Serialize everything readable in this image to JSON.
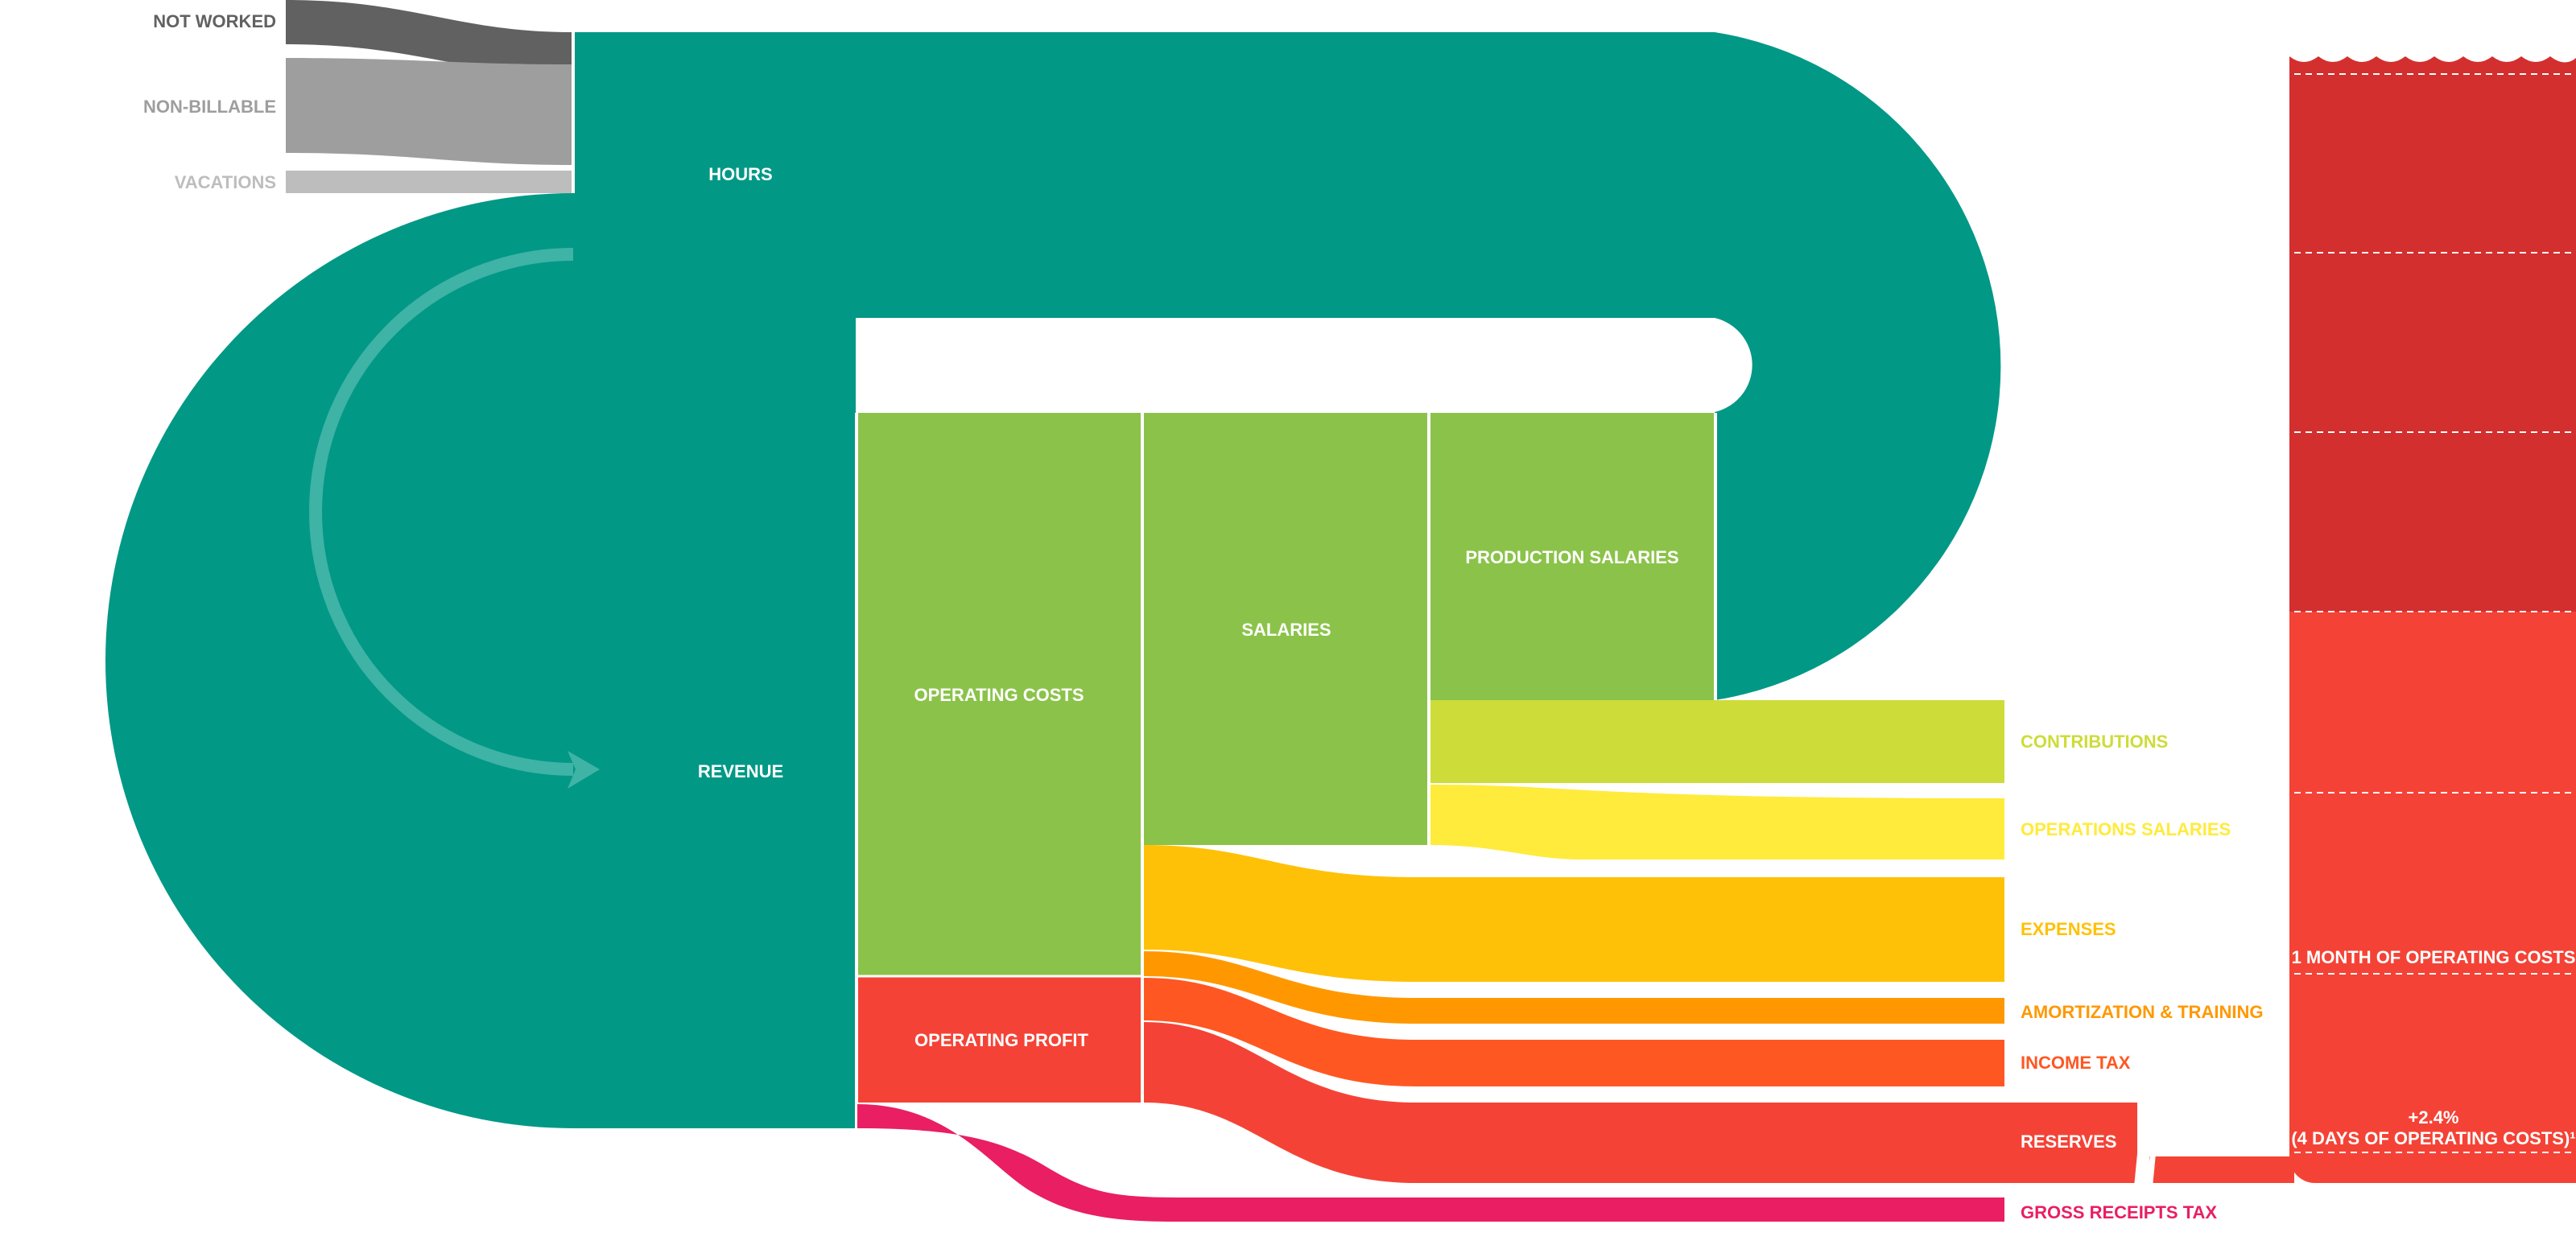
{
  "diagram": {
    "nodes": {
      "not_worked": "NOT WORKED",
      "non_billable": "NON-BILLABLE",
      "vacations": "VACATIONS",
      "hours": "HOURS",
      "revenue": "REVENUE",
      "operating_costs": "OPERATING COSTS",
      "operating_profit": "OPERATING PROFIT",
      "salaries": "SALARIES",
      "production_salaries": "PRODUCTION SALARIES",
      "contributions": "CONTRIBUTIONS",
      "operations_salaries": "OPERATIONS SALARIES",
      "expenses": "EXPENSES",
      "amortization_training": "AMORTIZATION & TRAINING",
      "income_tax": "INCOME TAX",
      "reserves": "RESERVES",
      "gross_receipts_tax": "GROSS RECEIPTS TAX"
    },
    "reserve_tank": {
      "month_label": "1 MONTH OF OPERATING COSTS",
      "growth_line1": "+2.4%",
      "growth_line2": "(4 DAYS OF OPERATING COSTS)¹"
    },
    "colors": {
      "teal": "#029886",
      "teal_arrow": "#3fb3a6",
      "green": "#8bc34a",
      "lime": "#cddc39",
      "yellow": "#ffeb3b",
      "amber": "#ffc107",
      "orange": "#ff9800",
      "deep_orange": "#ff5722",
      "red": "#f44336",
      "dark_red": "#d32f2f",
      "pink": "#e91e63",
      "grey_dark": "#616161",
      "grey_mid": "#9e9e9e",
      "grey_light": "#bdbdbd"
    }
  }
}
